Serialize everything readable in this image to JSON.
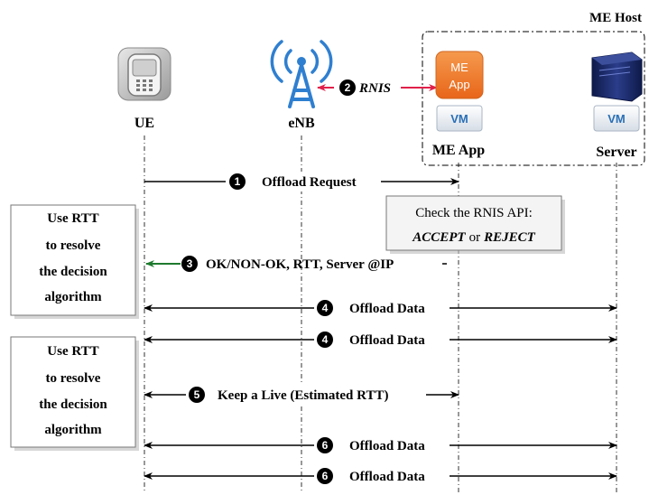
{
  "host_title": "ME Host",
  "entities": {
    "ue": "UE",
    "enb": "eNB",
    "me_app": "ME App",
    "server": "Server"
  },
  "me_app_icon": {
    "line1": "ME",
    "line2": "App"
  },
  "vm_label": "VM",
  "rnis": {
    "step": "2",
    "label": "RNIS"
  },
  "api_box": {
    "line1": "Check the RNIS API:",
    "accept": "ACCEPT",
    "or": "or",
    "reject": "REJECT"
  },
  "decision_box_1": [
    "Use RTT",
    "to resolve",
    "the decision",
    "algorithm"
  ],
  "decision_box_2": [
    "Use RTT",
    "to resolve",
    "the decision",
    "algorithm"
  ],
  "messages": [
    {
      "step": "1",
      "label": "Offload Request"
    },
    {
      "step": "3",
      "label": "OK/NON-OK, RTT, Server @IP"
    },
    {
      "step": "4",
      "label": "Offload Data"
    },
    {
      "step": "4",
      "label": "Offload Data"
    },
    {
      "step": "5",
      "label": "Keep a Live (Estimated RTT)"
    },
    {
      "step": "6",
      "label": "Offload Data"
    },
    {
      "step": "6",
      "label": "Offload Data"
    }
  ],
  "colors": {
    "antenna_blue": "#2f7fd0",
    "rnis_arrow": "#e0204a",
    "app_orange": "#f07a28",
    "vm_blue": "#2a6fb6",
    "server_dark": "#1a2a66",
    "arrow_green": "#1e7a2e"
  }
}
